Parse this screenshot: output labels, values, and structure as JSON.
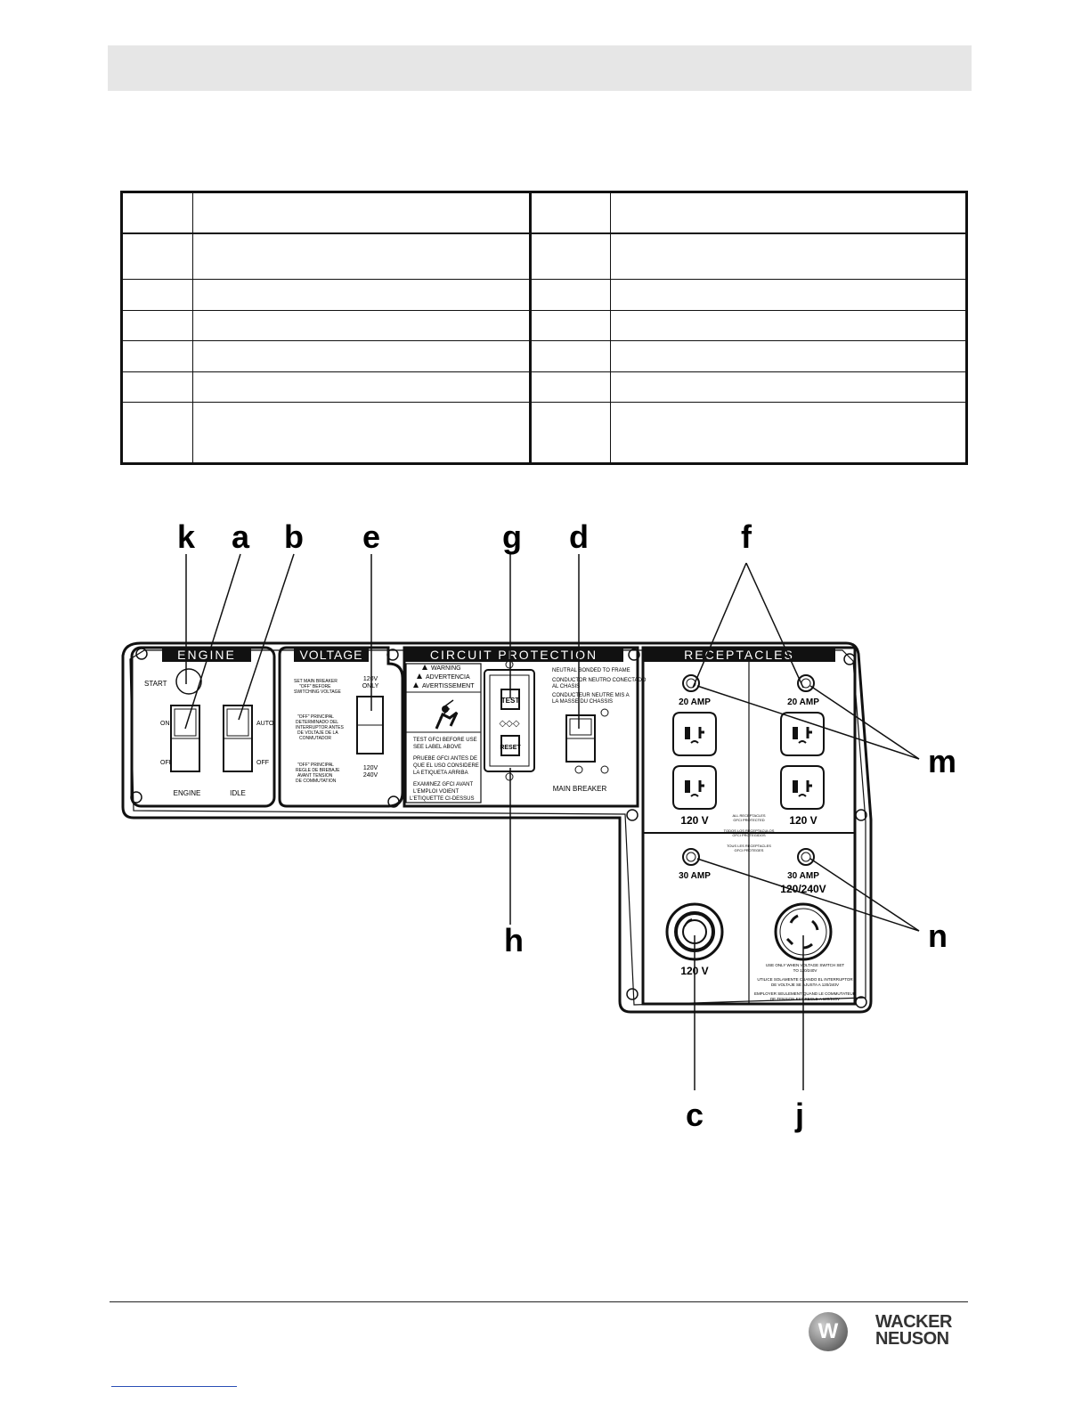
{
  "legend_table": {
    "headers": [
      "",
      "",
      "",
      ""
    ],
    "rows": [
      [
        "",
        "",
        "",
        ""
      ],
      [
        "",
        "",
        "",
        ""
      ],
      [
        "",
        "",
        "",
        ""
      ],
      [
        "",
        "",
        "",
        ""
      ],
      [
        "",
        "",
        "",
        ""
      ],
      [
        "",
        "",
        "",
        ""
      ]
    ]
  },
  "callouts": {
    "k": "k",
    "a": "a",
    "b": "b",
    "e": "e",
    "g": "g",
    "d": "d",
    "f": "f",
    "m": "m",
    "h": "h",
    "n": "n",
    "c": "c",
    "j": "j"
  },
  "panel": {
    "engine": {
      "title": "ENGINE",
      "start": "START",
      "on": "ON",
      "off_left": "OFF",
      "auto": "AUTO",
      "off_right": "OFF",
      "label_engine": "ENGINE",
      "label_idle": "IDLE"
    },
    "voltage": {
      "title": "VOLTAGE",
      "text1": [
        "SET MAIN BREAKER",
        "\"OFF\" BEFORE",
        "SWITCHING VOLTAGE"
      ],
      "text2": [
        "\"OFF\" PRINCIPAL",
        "DETERMINADO DEL",
        "INTERRUPTOR ANTES",
        "DE VOLTAJE DE LA",
        "CONMUTADOR"
      ],
      "text3": [
        "\"OFF\" PRINCIPAL",
        "REGLE DE BREBAJE",
        "AVANT TENSION",
        "DE COMMUTATION"
      ],
      "top_label1": "120V",
      "top_label2": "ONLY",
      "bottom_label1": "120V",
      "bottom_label2": "240V"
    },
    "circuit": {
      "title": "CIRCUIT PROTECTION",
      "warn1": "WARNING",
      "warn2": "ADVERTENCIA",
      "warn3": "AVERTISSEMENT",
      "text1": [
        "TEST GFCI BEFORE USE",
        "SEE LABEL ABOVE"
      ],
      "text2": [
        "PRUEBE GFCI ANTES DE",
        "QUE EL USO CONSIDERE",
        "LA ETIQUETA ARRIBA"
      ],
      "text3": [
        "EXAMINEZ GFCI AVANT",
        "L'EMPLOI VOIENT",
        "L'ETIQUETTE CI-DESSUS"
      ],
      "test": "TEST",
      "reset": "RESET",
      "neutral": [
        "NEUTRAL BONDED TO FRAME",
        "CONDUCTOR NEUTRO CONECTADO",
        "AL CHASIS",
        "CONDUCTEUR NEUTRE MIS A",
        "LA MASSE DU CHASSIS"
      ],
      "main_breaker": "MAIN BREAKER"
    },
    "receptacles": {
      "title": "RECEPTACLES",
      "amp_tl": "20 AMP",
      "amp_tr": "20 AMP",
      "volt_l": "120 V",
      "volt_r": "120 V",
      "amp_bl": "30 AMP",
      "amp_br": "30 AMP",
      "volt_br": "120/240V",
      "volt_bl": "120 V",
      "center_note": [
        "ALL RECEPTACLES",
        "GFCI PROTECTED",
        "TODOS LOS RECEPTACULOS",
        "GFCI PROTEGIDOS",
        "TOUS LES RECEPTACLES",
        "GFCI PROTEGES"
      ],
      "bottom_note": [
        "USE ONLY WHEN VOLTAGE SWITCH SET",
        "TO 120/240V",
        "UTILICE SOLAMENTE CUANDO EL INTERRUPTOR",
        "DE VOLTAJE SE AJUSTA A 120/240V",
        "EMPLOYER SEULEMENT QUAND LE COMMUTATEUR",
        "DE TENSION EST REGLE A 120/240V"
      ]
    }
  },
  "footer": {
    "brand_line1": "WACKER",
    "brand_line2": "NEUSON",
    "logo_letter": "W"
  }
}
